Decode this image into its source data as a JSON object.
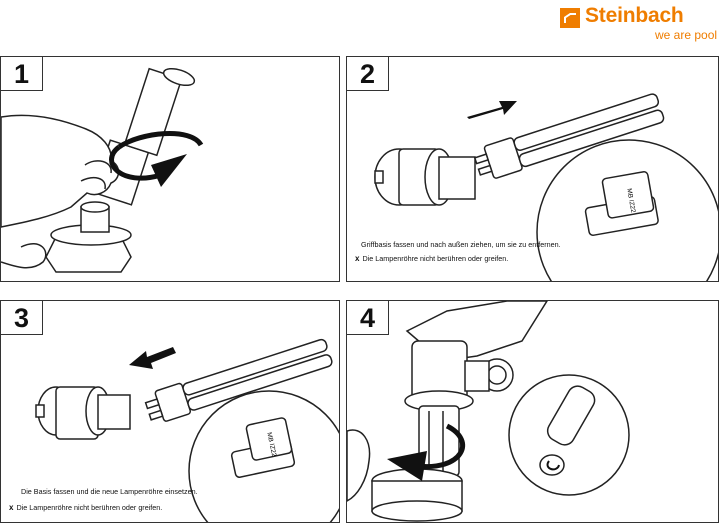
{
  "brand": {
    "name": "Steinbach",
    "tagline": "we are pool",
    "color": "#ef7d00"
  },
  "steps": [
    {
      "number": "1"
    },
    {
      "number": "2",
      "caption": "Griffbasis fassen und nach außen ziehen, um sie zu entfernen.",
      "warning_mark": "x",
      "warning": "Die Lampenröhre nicht berühren oder greifen.",
      "lamp_label": "MB IZ22"
    },
    {
      "number": "3",
      "caption": "Die Basis fassen und die neue Lampenröhre einsetzen.",
      "warning_mark": "x",
      "warning": "Die Lampenröhre nicht berühren oder greifen.",
      "lamp_label": "MB IZ22"
    },
    {
      "number": "4"
    }
  ]
}
